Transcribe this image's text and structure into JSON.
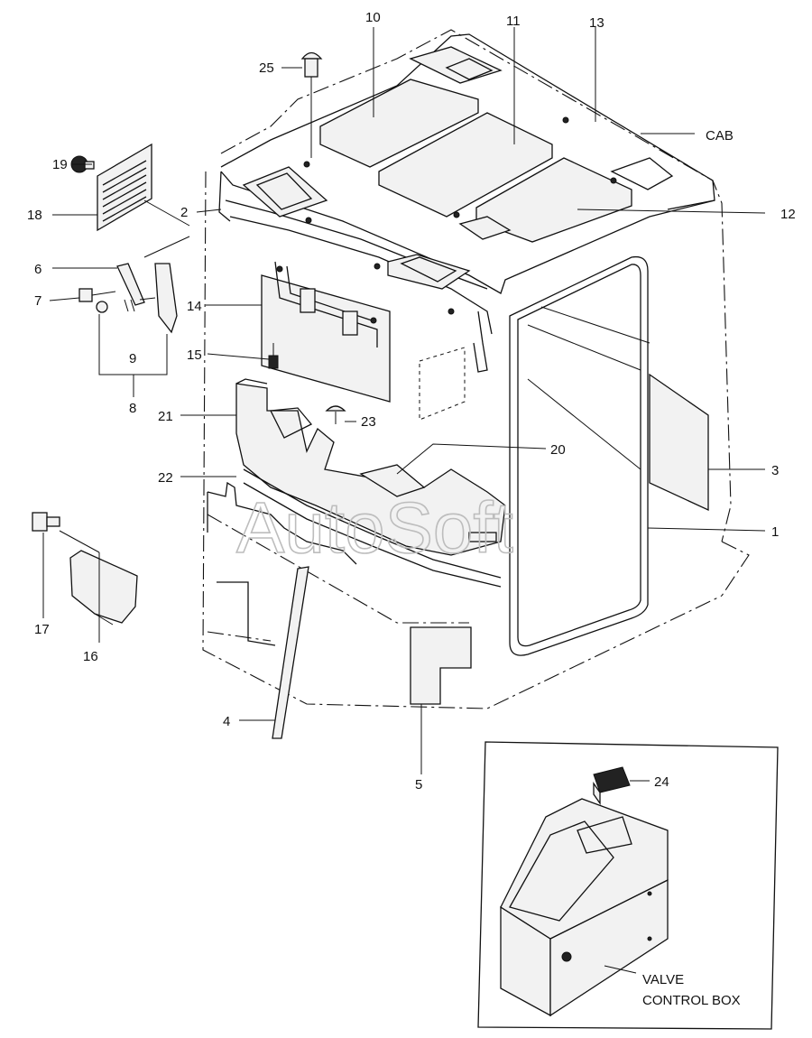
{
  "watermark": "AutoSoft",
  "callouts": {
    "c1": "1",
    "c2": "2",
    "c3": "3",
    "c4": "4",
    "c5": "5",
    "c6": "6",
    "c7": "7",
    "c8": "8",
    "c9": "9",
    "c10": "10",
    "c11": "11",
    "c12": "12",
    "c13": "13",
    "c14": "14",
    "c15": "15",
    "c16": "16",
    "c17": "17",
    "c18": "18",
    "c19": "19",
    "c20": "20",
    "c21": "21",
    "c22": "22",
    "c23": "23",
    "c24": "24",
    "c25": "25"
  },
  "labels": {
    "cab": "CAB",
    "valve_line1": "VALVE",
    "valve_line2": "CONTROL BOX"
  }
}
